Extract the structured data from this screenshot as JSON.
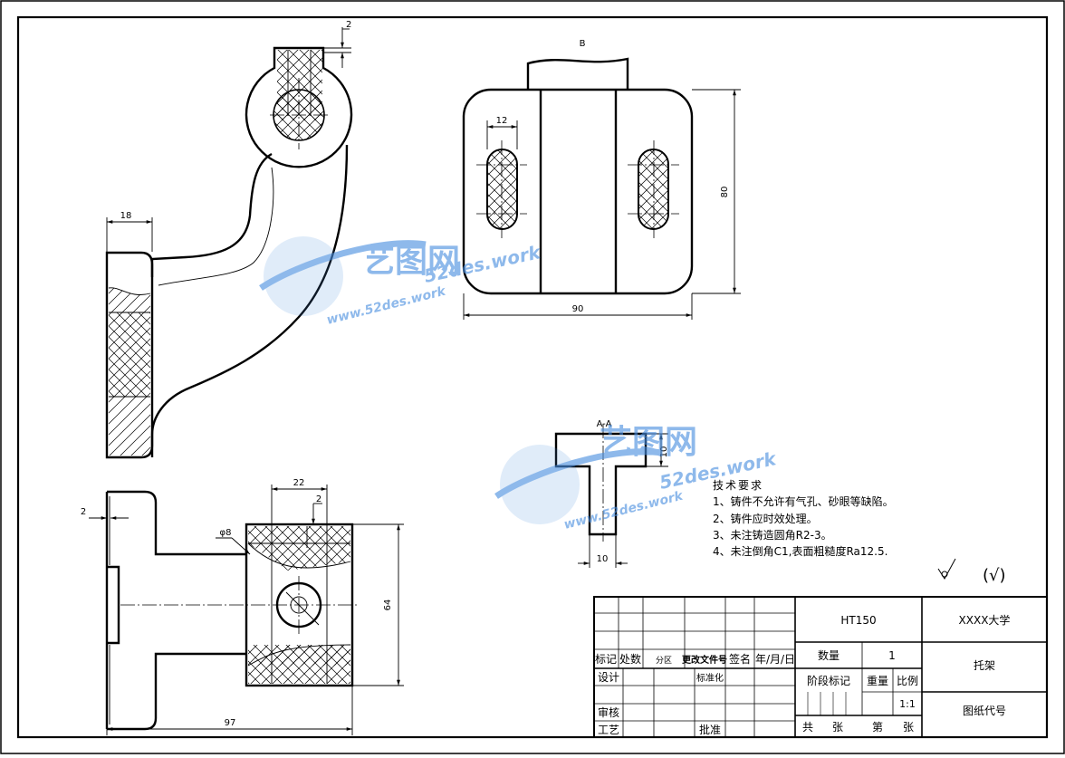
{
  "watermark": {
    "brand": "艺图网",
    "domain": "52des.work",
    "url": "www.52des.work",
    "color": "#4a8fe0"
  },
  "drawing": {
    "label_b": "B",
    "label_aa": "A-A",
    "dims": {
      "top_2": "2",
      "left_18": "18",
      "width_90": "90",
      "slot_12": "12",
      "height_80": "80",
      "left_2": "2",
      "bore_22": "22",
      "bore_2": "2",
      "phi8": "φ8",
      "height_64": "64",
      "length_97": "97",
      "sec_10a": "10",
      "sec_10b": "10"
    }
  },
  "tech": {
    "title": "技术要求",
    "items": [
      "1、铸件不允许有气孔、砂眼等缺陷。",
      "2、铸件应时效处理。",
      "3、未注铸造圆角R2-3。",
      "4、未注倒角C1,表面粗糙度Ra12.5."
    ],
    "roughness_other": "(√)"
  },
  "title_block": {
    "material": "HT150",
    "school": "XXXX大学",
    "part_name": "托架",
    "drawing_code": "图纸代号",
    "qty_label": "数量",
    "qty_value": "1",
    "stage_label": "阶段标记",
    "weight_label": "重量",
    "scale_label": "比例",
    "scale_value": "1:1",
    "total_label": "共",
    "sheet_unit": "张",
    "sheet_label": "第",
    "sheet_unit2": "张",
    "rev_headers": [
      "标记",
      "处数",
      "分区",
      "更改文件号",
      "签名",
      "年/月/日"
    ],
    "design": "设计",
    "standard": "标准化",
    "review": "审核",
    "process": "工艺",
    "approve": "批准"
  }
}
